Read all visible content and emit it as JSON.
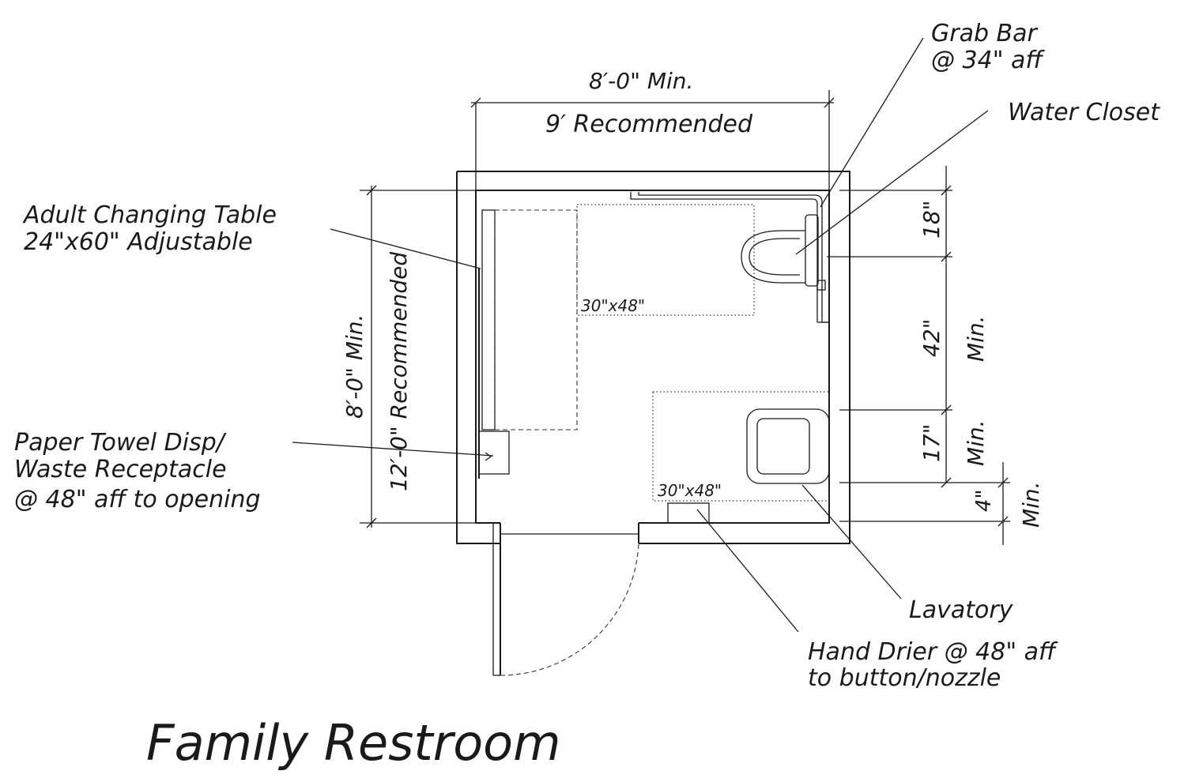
{
  "title": "Family Restroom",
  "labels": {
    "top_dim_min": "8′-0\" Min.",
    "top_dim_rec": "9′ Recommended",
    "left_dim_min": "8′-0\" Min.",
    "left_dim_rec": "12′-0\" Recommended",
    "grab_bar_line1": "Grab Bar",
    "grab_bar_line2": "@ 34\" aff",
    "water_closet": "Water Closet",
    "changing_table_line1": "Adult Changing Table",
    "changing_table_line2": "24\"x60\" Adjustable",
    "clear_space_1": "30\"x48\"",
    "clear_space_2": "30\"x48\"",
    "paper_towel_line1": "Paper Towel Disp/",
    "paper_towel_line2": "Waste Receptacle",
    "paper_towel_line3": "@ 48\" aff to opening",
    "dim_18": "18\"",
    "dim_42": "42\"",
    "dim_42_min": "Min.",
    "dim_17": "17\"",
    "dim_17_min": "Min.",
    "dim_4": "4\"",
    "dim_4_min": "Min.",
    "lavatory": "Lavatory",
    "hand_drier_line1": "Hand Drier @ 48\" aff",
    "hand_drier_line2": "to button/nozzle"
  }
}
